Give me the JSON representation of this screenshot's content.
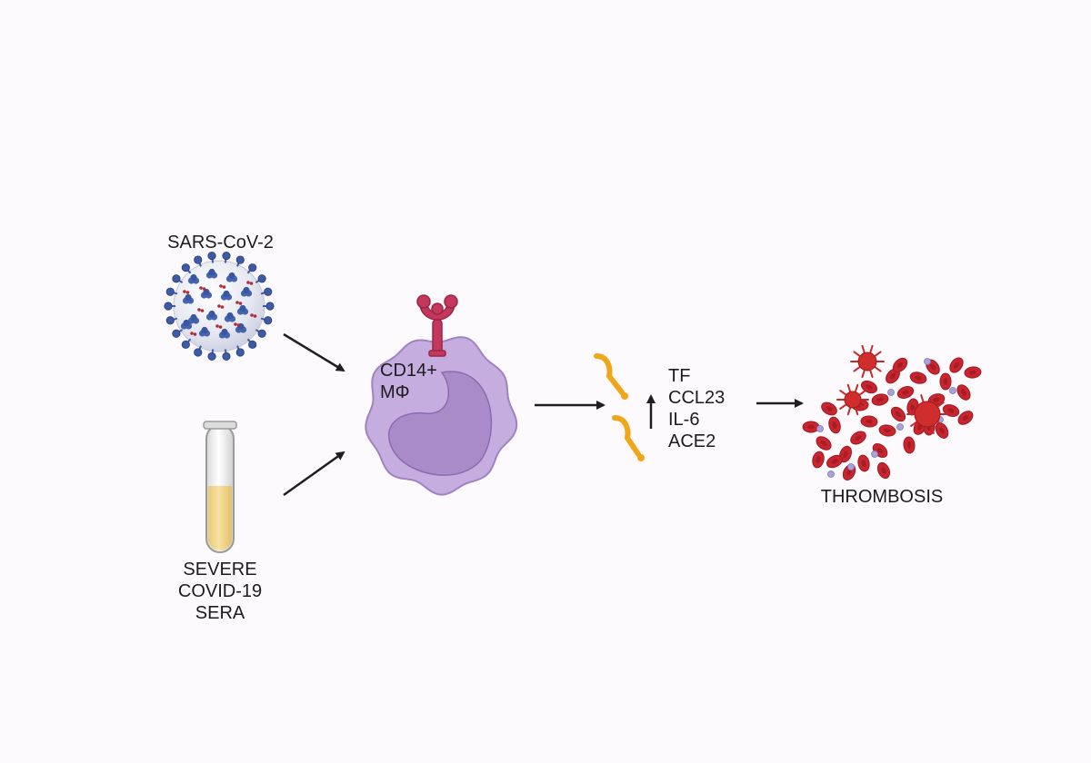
{
  "labels": {
    "virus": "SARS-CoV-2",
    "sera": [
      "SEVERE",
      "COVID-19",
      "SERA"
    ],
    "cell": [
      "CD14+",
      "MΦ"
    ],
    "markers": [
      "TF",
      "CCL23",
      "IL-6",
      "ACE2"
    ],
    "outcome": "THROMBOSIS"
  },
  "icons": {
    "virus": "sars-cov-2-virion-icon",
    "tube": "serum-test-tube-icon",
    "receptor": "cd14-receptor-icon",
    "cell": "macrophage-cell-icon",
    "mediators": "secreted-mediator-icon",
    "clot": "thrombus-icon"
  },
  "colors": {
    "virus_body": "#e4e6f0",
    "virus_spike": "#3f5da8",
    "virus_dot": "#b02a3a",
    "cell_membrane": "#c3abde",
    "cell_nucleus": "#a387c6",
    "receptor": "#c4375c",
    "mediator": "#f0a818",
    "rbc": "#c9252f",
    "platelet": "#a8a2d8",
    "serum": "#f3d78a",
    "arrow": "#1f1f1f"
  }
}
